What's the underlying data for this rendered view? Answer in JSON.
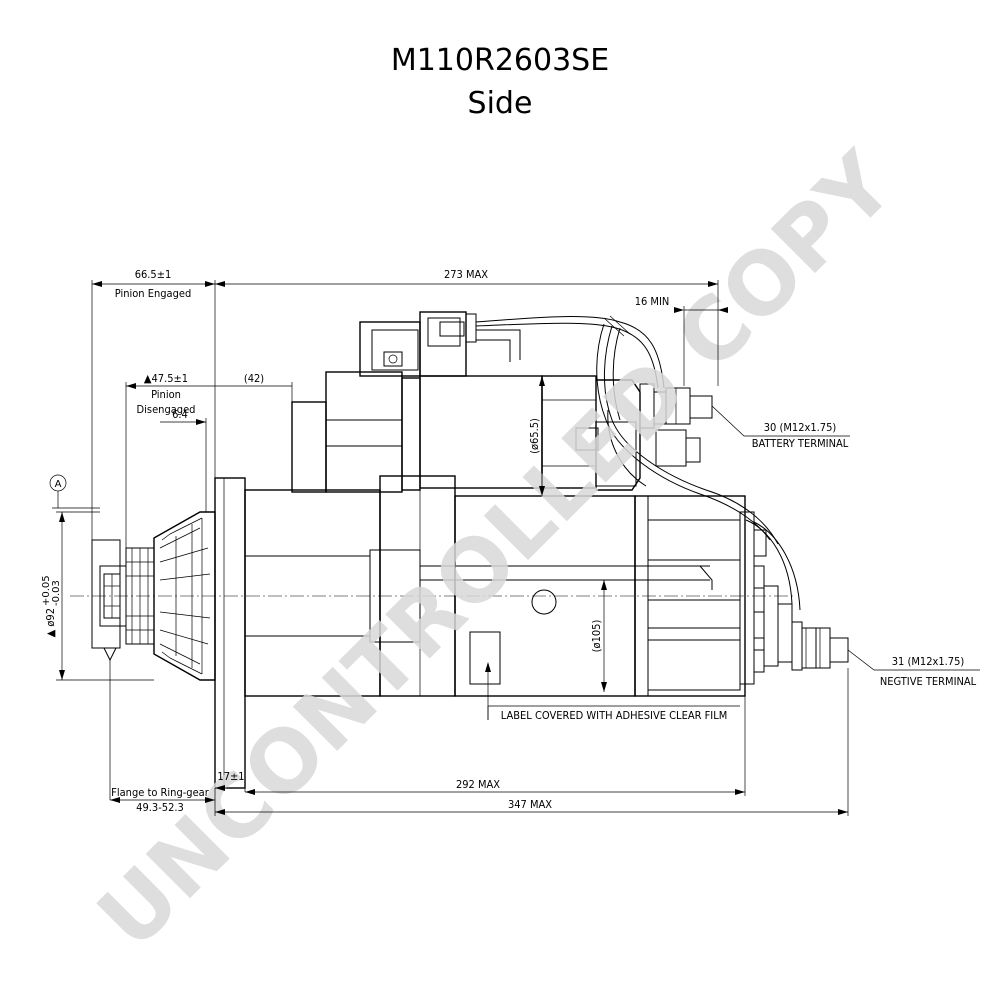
{
  "title": {
    "part_number": "M110R2603SE",
    "view": "Side"
  },
  "watermark": "UNCONTROLLED COPY",
  "dimensions": {
    "pinion_engaged_value": "66.5±1",
    "pinion_engaged_label": "Pinion Engaged",
    "overall_max": "273 MAX",
    "min_16": "16 MIN",
    "pinion_disengaged_value": "▲47.5±1",
    "pinion_disengaged_label_1": "Pinion",
    "pinion_disengaged_label_2": "Disengaged",
    "ref_42": "(42)",
    "dim_6_4": "6.4",
    "datum_a": "A",
    "pilot_diameter": "▲ ø92",
    "pilot_tol_upper": "+0.05",
    "pilot_tol_lower": "-0.03",
    "solenoid_dia": "(ø65.5)",
    "motor_dia": "(ø105)",
    "dim_17": "17±1",
    "flange_label": "Flange to Ring-gear",
    "flange_value": "49.3-52.3",
    "max_292": "292 MAX",
    "max_347": "347 MAX"
  },
  "callouts": {
    "battery_value": "30 (M12x1.75)",
    "battery_label": "BATTERY TERMINAL",
    "negative_value": "31 (M12x1.75)",
    "negative_label": "NEGTIVE TERMINAL",
    "label_note": "LABEL COVERED WITH ADHESIVE CLEAR FILM"
  }
}
